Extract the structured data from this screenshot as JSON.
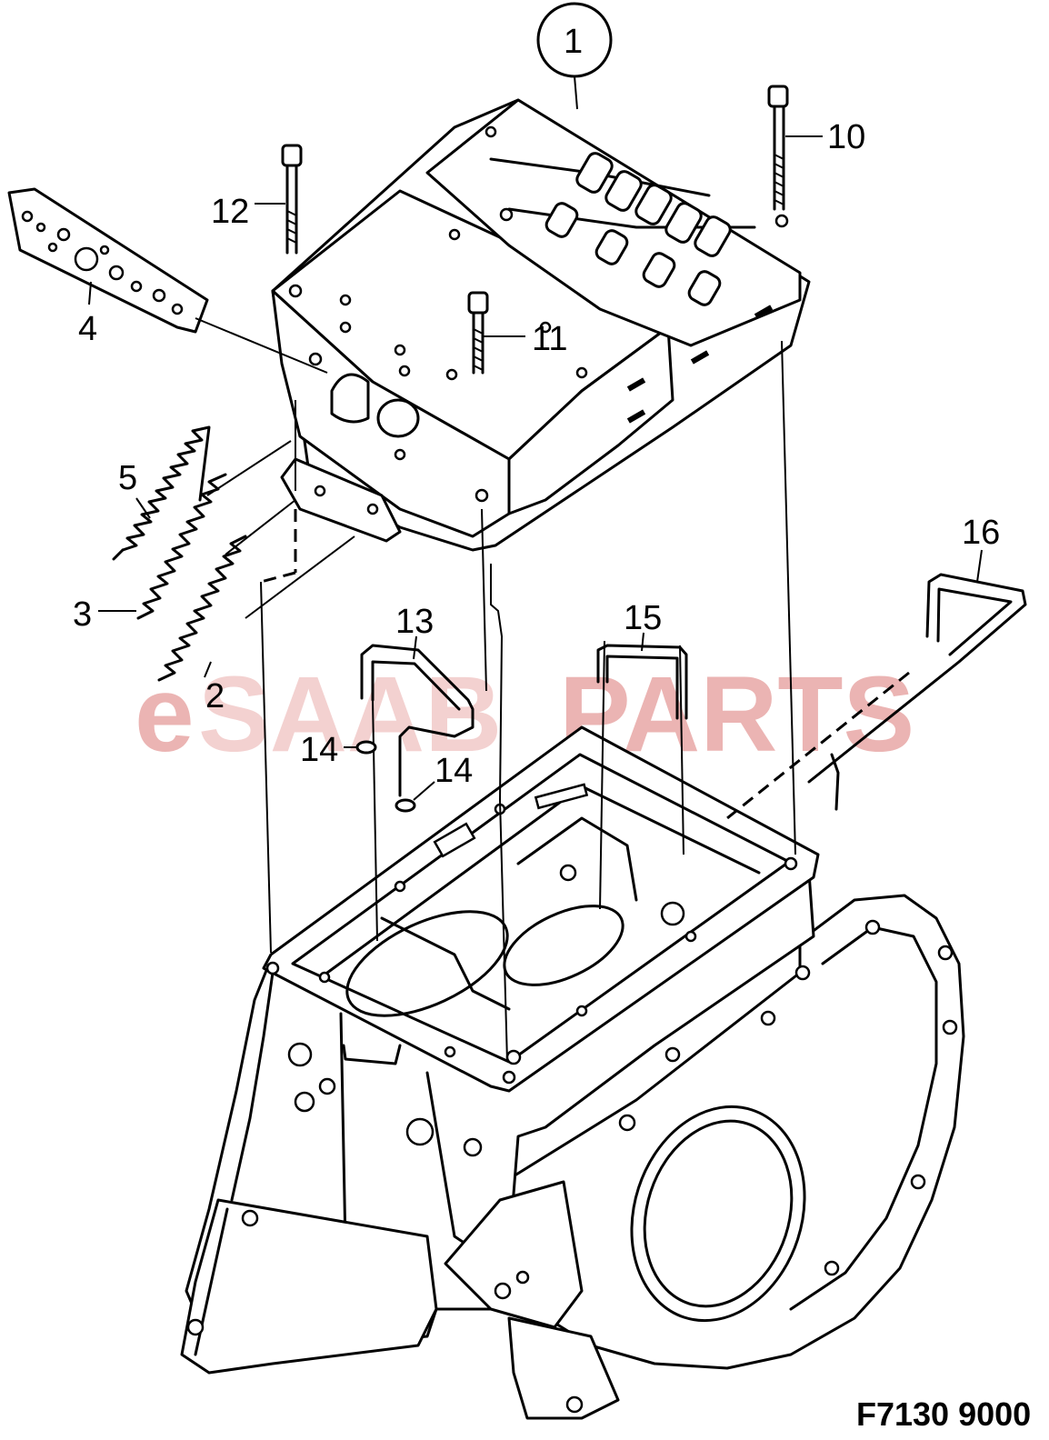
{
  "watermark": {
    "text_e": "e",
    "text_saab": "SAAB",
    "text_parts": "PARTS",
    "color": "#e8a8a6"
  },
  "document_number": "F7130 9000",
  "callouts": {
    "c1": "1",
    "c2": "2",
    "c3": "3",
    "c4": "4",
    "c5": "5",
    "c10": "10",
    "c11": "11",
    "c12": "12",
    "c13": "13",
    "c14a": "14",
    "c14b": "14",
    "c15": "15",
    "c16": "16"
  }
}
